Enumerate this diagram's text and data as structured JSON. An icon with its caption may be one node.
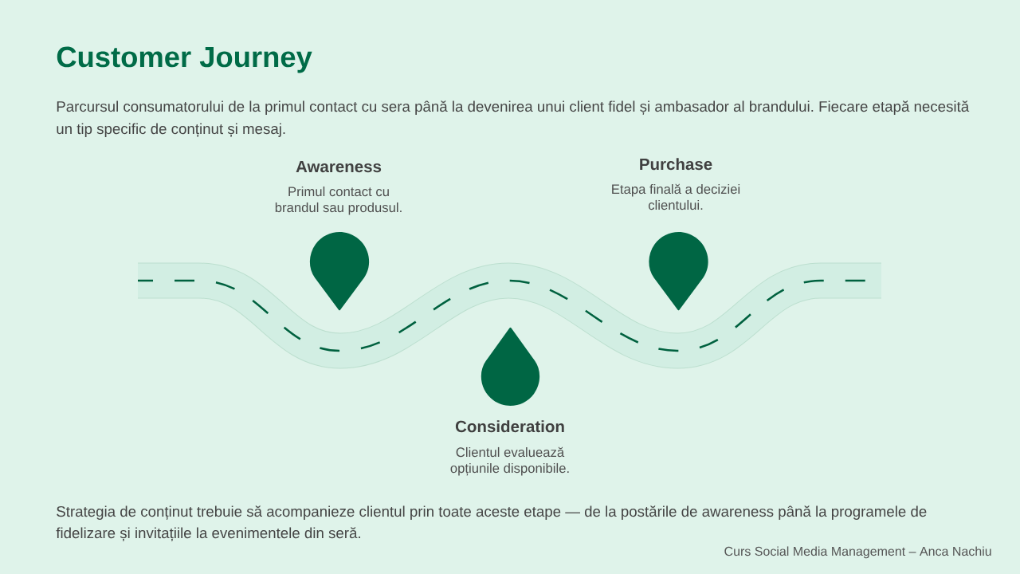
{
  "diagram": {
    "title": "Customer Journey",
    "nodes": [
      {
        "text": [
          "Awareness",
          "Primul contact cu brandul sau produsul."
        ]
      },
      {
        "text": [
          "Consideration",
          "Clientul evaluează opțiunile disponibile."
        ]
      },
      {
        "text": [
          "Purchase",
          "Etapa finală a deciziei clientului."
        ]
      }
    ],
    "labels": [
      "Parcursul consumatorului de la primul contact cu sera până la devenirea unui client fidel și ambasador al brandului. Fiecare etapă necesită un tip specific de conținut și mesaj.",
      "Strategia de conținut trebuie să acompanieze clientul prin toate aceste etape — de la postările de awareness până la programele de fidelizare și invitațiile la evenimentele din seră.",
      "Curs Social Media Management – Anca Nachiu"
    ]
  }
}
